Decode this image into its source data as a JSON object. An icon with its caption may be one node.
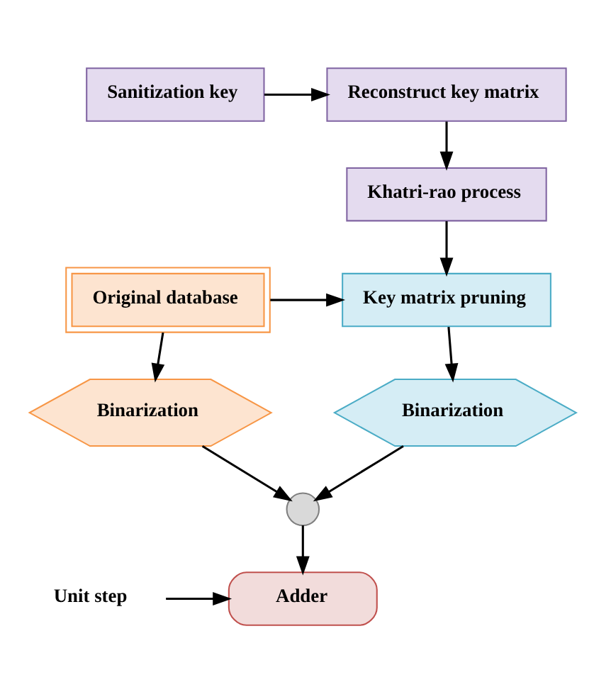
{
  "diagram": {
    "nodes": [
      {
        "text": [
          "Reconstruct key matrix"
        ]
      },
      {
        "text": [
          "Sanitization key"
        ]
      },
      {
        "text": [
          "Khatri-rao process"
        ]
      },
      {
        "text": [
          "Key matrix pruning"
        ]
      },
      {
        "text": [
          "Original database"
        ]
      },
      {
        "text": [
          "Binarization"
        ]
      },
      {
        "text": [
          "Binarization"
        ]
      },
      {
        "text": [],
        "shape": "circle"
      },
      {
        "text": [
          "Adder"
        ]
      },
      {
        "text": [
          "Unit step"
        ]
      }
    ],
    "edges": [
      {
        "from": 1,
        "to": 0,
        "arrow": "to"
      },
      {
        "from": 0,
        "to": 2,
        "arrow": "to"
      },
      {
        "from": 2,
        "to": 3,
        "arrow": "to"
      },
      {
        "from": 4,
        "to": 3,
        "arrow": "to"
      },
      {
        "from": 3,
        "to": 5,
        "arrow": "to"
      },
      {
        "from": 4,
        "to": 6,
        "arrow": "to"
      },
      {
        "from": 5,
        "to": 7,
        "arrow": "to"
      },
      {
        "from": 6,
        "to": 7,
        "arrow": "to"
      },
      {
        "from": 7,
        "to": 8,
        "arrow": "to"
      },
      {
        "from": 9,
        "to": 8,
        "arrow": "to"
      }
    ]
  }
}
